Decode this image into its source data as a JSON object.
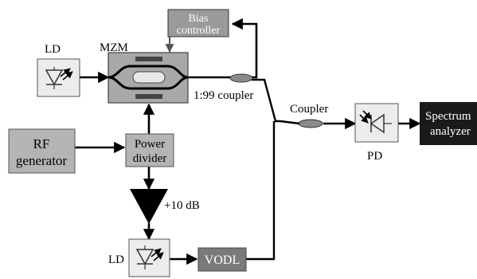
{
  "labels": {
    "bias_controller_line1": "Bias",
    "bias_controller_line2": "controller",
    "mzm": "MZM",
    "ld_top": "LD",
    "coupler_ratio": "1:99 coupler",
    "coupler": "Coupler",
    "rf_generator_line1": "RF",
    "rf_generator_line2": "generator",
    "power_divider_line1": "Power",
    "power_divider_line2": "divider",
    "amplifier_gain": "+10 dB",
    "ld_bottom": "LD",
    "vodl": "VODL",
    "pd": "PD",
    "spectrum_analyzer_line1": "Spectrum",
    "spectrum_analyzer_line2": "analyzer"
  },
  "colors": {
    "block_gray": "#b4b4b4",
    "dark_block": "#808080",
    "black_block": "#1a1a1a",
    "wire": "#000000"
  }
}
